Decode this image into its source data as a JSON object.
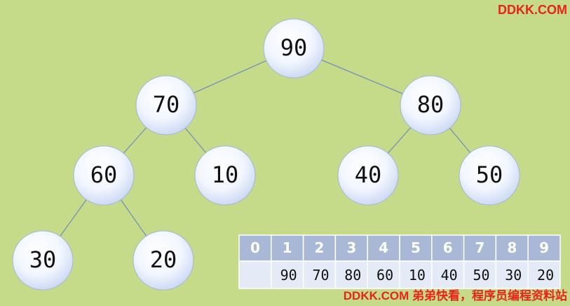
{
  "tree": {
    "nodes": [
      {
        "id": "n1",
        "label": "90"
      },
      {
        "id": "n2",
        "label": "70"
      },
      {
        "id": "n3",
        "label": "80"
      },
      {
        "id": "n4",
        "label": "60"
      },
      {
        "id": "n5",
        "label": "10"
      },
      {
        "id": "n6",
        "label": "40"
      },
      {
        "id": "n7",
        "label": "50"
      },
      {
        "id": "n8",
        "label": "30"
      },
      {
        "id": "n9",
        "label": "20"
      }
    ],
    "edges": [
      [
        "n1",
        "n2"
      ],
      [
        "n1",
        "n3"
      ],
      [
        "n2",
        "n4"
      ],
      [
        "n2",
        "n5"
      ],
      [
        "n3",
        "n6"
      ],
      [
        "n3",
        "n7"
      ],
      [
        "n4",
        "n8"
      ],
      [
        "n4",
        "n9"
      ]
    ]
  },
  "array": {
    "indices": [
      "0",
      "1",
      "2",
      "3",
      "4",
      "5",
      "6",
      "7",
      "8",
      "9"
    ],
    "values": [
      "",
      "90",
      "70",
      "80",
      "60",
      "10",
      "40",
      "50",
      "30",
      "20"
    ]
  },
  "watermark": {
    "top": "DDKK.COM",
    "bottom": "DDKK.COM 弟弟快看，程序员编程资料站"
  },
  "colors": {
    "background": "#c5db8a",
    "edge": "#6f93b8",
    "index_header": "#a9b8d6",
    "value_row": "#e4eaf6",
    "watermark": "#e8231c"
  }
}
